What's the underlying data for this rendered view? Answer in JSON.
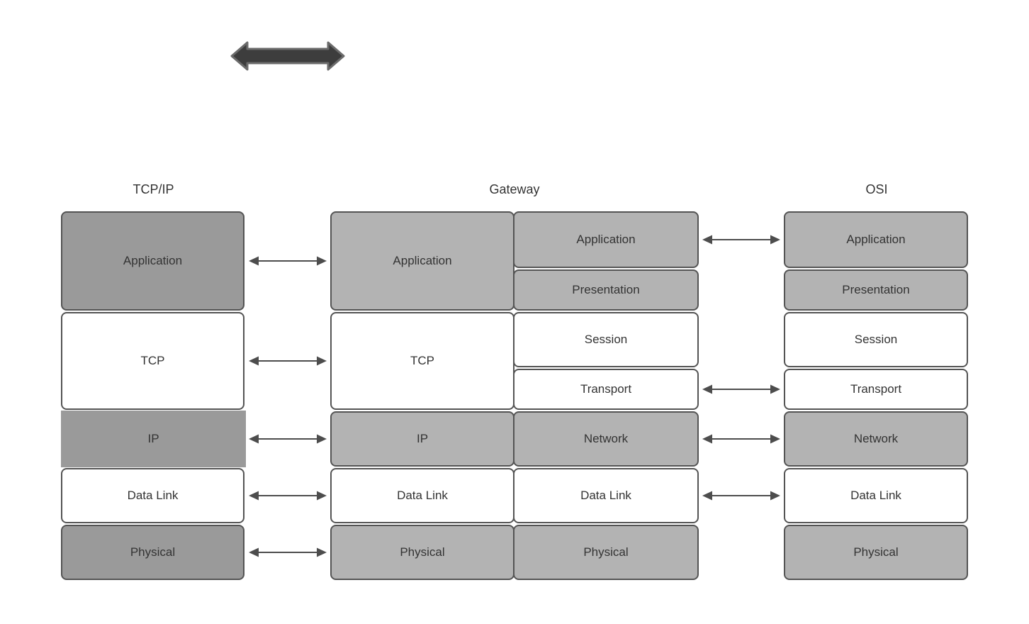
{
  "colors": {
    "dark_gray": "#9a9a9a",
    "light_gray": "#b3b3b3",
    "border": "#545454",
    "arrow": "#4d4d4d",
    "bold_fill": "#3d3d3d",
    "bold_stroke": "#6b6b6b",
    "text": "#333333",
    "bg": "#ffffff"
  },
  "headers": {
    "tcpip": "TCP/IP",
    "gateway": "Gateway",
    "osi": "OSI"
  },
  "icons": {
    "top_arrow": "double-headed-arrow",
    "link_arrow": "bidirectional-arrow"
  },
  "tcpip_stack": {
    "layers": [
      {
        "label": "Application"
      },
      {
        "label": "TCP"
      },
      {
        "label": "IP"
      },
      {
        "label": "Data Link"
      },
      {
        "label": "Physical"
      }
    ]
  },
  "gateway_left_stack": {
    "layers": [
      {
        "label": "Application"
      },
      {
        "label": "TCP"
      },
      {
        "label": "IP"
      },
      {
        "label": "Data Link"
      },
      {
        "label": "Physical"
      }
    ]
  },
  "gateway_right_stack": {
    "layers": [
      {
        "label": "Application"
      },
      {
        "label": "Presentation"
      },
      {
        "label": "Session"
      },
      {
        "label": "Transport"
      },
      {
        "label": "Network"
      },
      {
        "label": "Data Link"
      },
      {
        "label": "Physical"
      }
    ]
  },
  "osi_stack": {
    "layers": [
      {
        "label": "Application"
      },
      {
        "label": "Presentation"
      },
      {
        "label": "Session"
      },
      {
        "label": "Transport"
      },
      {
        "label": "Network"
      },
      {
        "label": "Data Link"
      },
      {
        "label": "Physical"
      }
    ]
  }
}
